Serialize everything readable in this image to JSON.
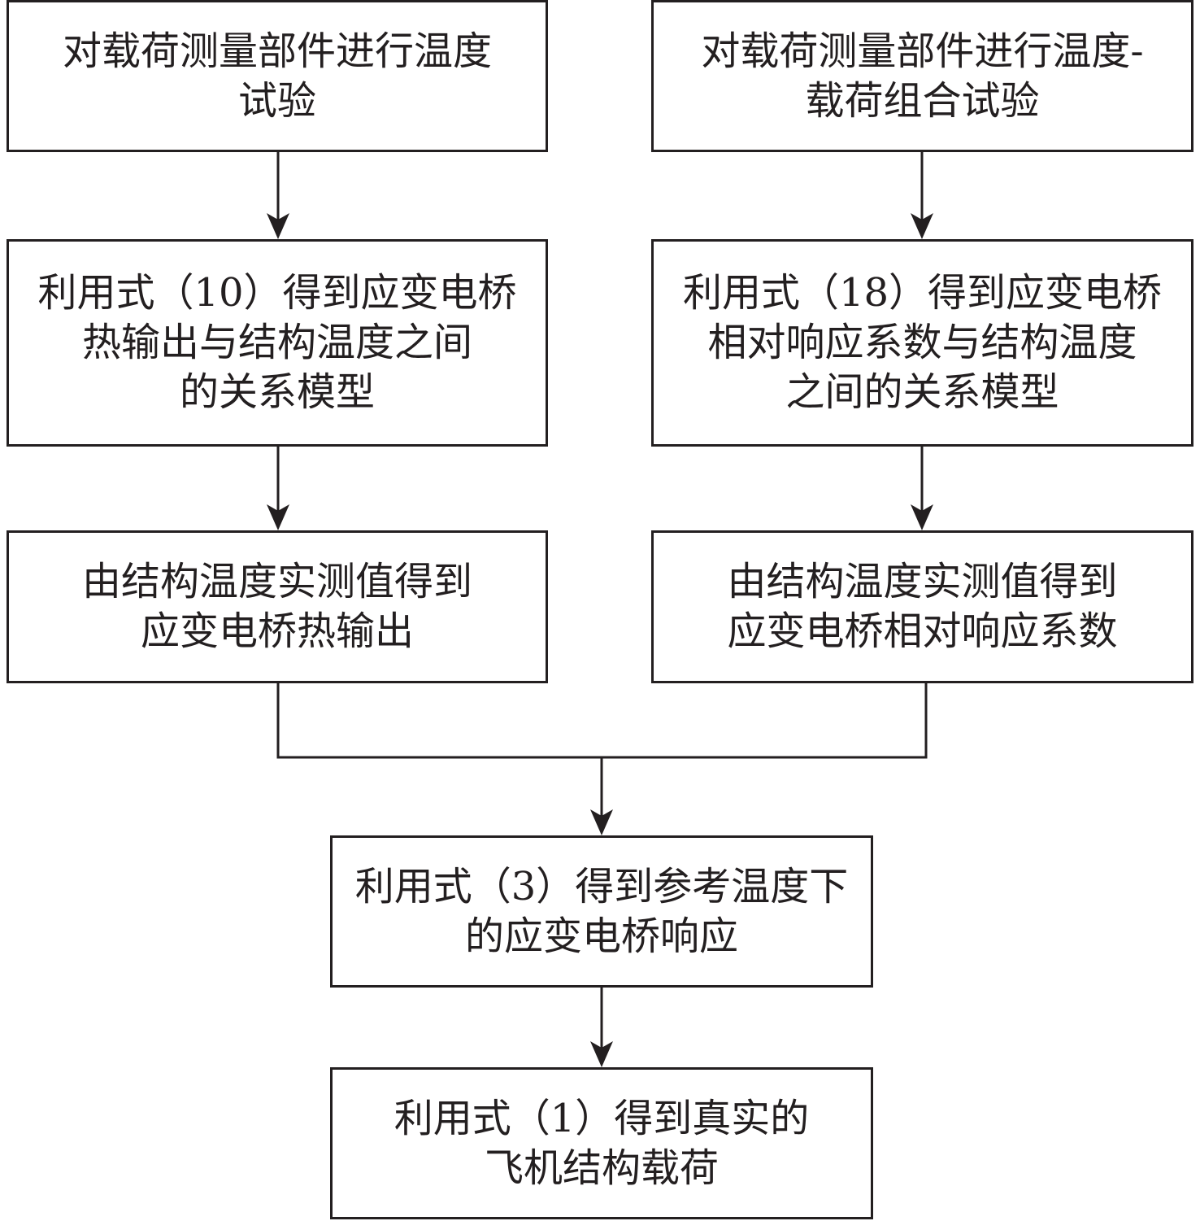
{
  "steps": {
    "left_1": {
      "lines": [
        "对载荷测量部件进行温度",
        "试验"
      ]
    },
    "right_1": {
      "lines": [
        "对载荷测量部件进行温度-",
        "载荷组合试验"
      ]
    },
    "left_2": {
      "lines": [
        "利用式（10）得到应变电桥",
        "热输出与结构温度之间",
        "的关系模型"
      ]
    },
    "right_2": {
      "lines": [
        "利用式（18）得到应变电桥",
        "相对响应系数与结构温度",
        "之间的关系模型"
      ]
    },
    "left_3": {
      "lines": [
        "由结构温度实测值得到",
        "应变电桥热输出"
      ]
    },
    "right_3": {
      "lines": [
        "由结构温度实测值得到",
        "应变电桥相对响应系数"
      ]
    },
    "merge_4": {
      "lines": [
        "利用式（3）得到参考温度下",
        "的应变电桥响应"
      ]
    },
    "final_5": {
      "lines": [
        "利用式（1）得到真实的",
        "飞机结构载荷"
      ]
    }
  },
  "colors": {
    "stroke": "#231f20",
    "text": "#231f20",
    "background": "#ffffff"
  }
}
